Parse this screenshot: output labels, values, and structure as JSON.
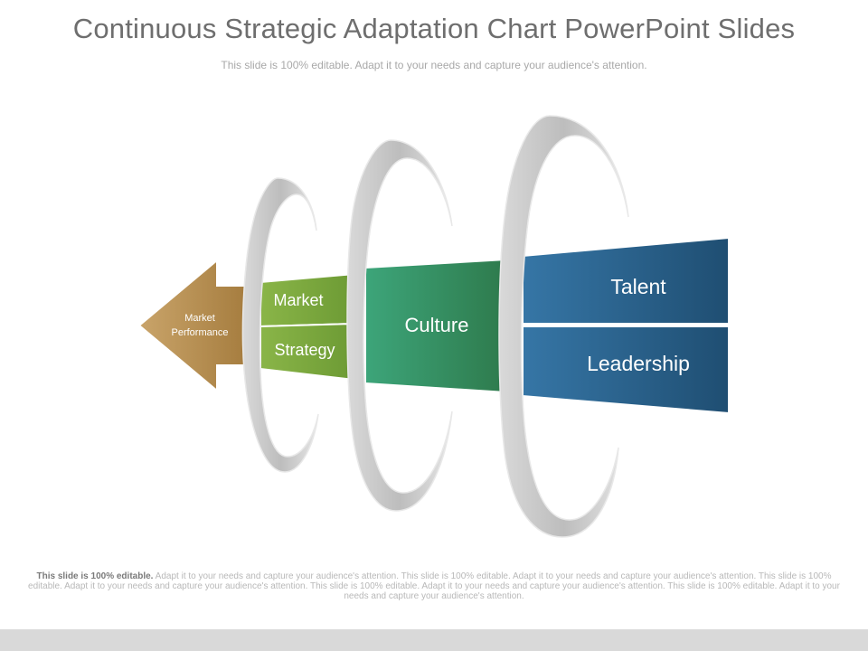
{
  "title": "Continuous Strategic Adaptation Chart PowerPoint Slides",
  "subtitle": "This slide is 100% editable. Adapt it to your needs and capture your audience's attention.",
  "diagram": {
    "arrow_label_line1": "Market",
    "arrow_label_line2": "Performance",
    "segment1_top": "Market",
    "segment1_bottom": "Strategy",
    "segment2": "Culture",
    "segment3_top": "Talent",
    "segment3_bottom": "Leadership",
    "colors": {
      "arrow": "#b58e52",
      "green_light": "#7aa63a",
      "green_dark": "#3e9a68",
      "blue": "#2c5f88",
      "ring": "#c8c8c8"
    }
  },
  "footer": {
    "bold": "This slide is 100% editable.",
    "text": " Adapt it to your needs and capture your audience's attention. This slide is 100% editable. Adapt it to your needs and capture your audience's attention. This slide is 100% editable. Adapt it to your needs and capture your audience's attention. This slide is 100% editable. Adapt it to your needs and capture your audience's attention. This slide is 100% editable. Adapt it to your needs and capture your audience's attention."
  }
}
